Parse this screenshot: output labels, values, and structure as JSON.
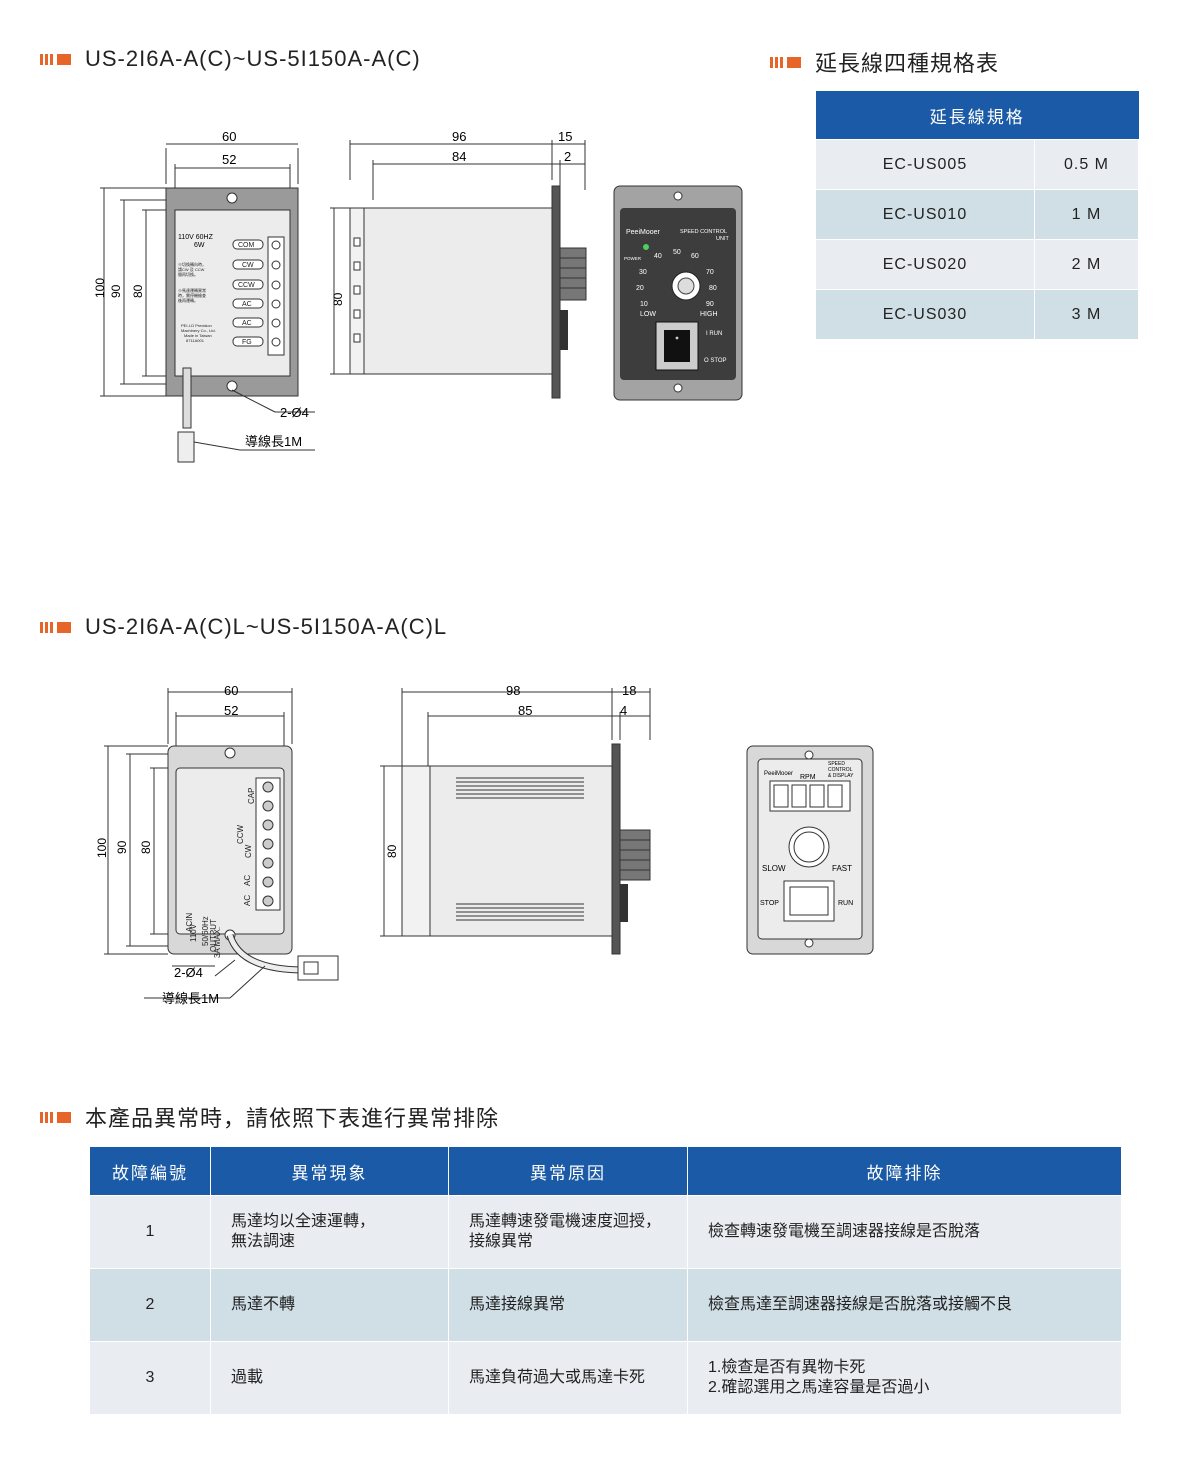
{
  "section1": {
    "title": "US-2I6A-A(C)~US-5I150A-A(C)"
  },
  "section2": {
    "title": "US-2I6A-A(C)L~US-5I150A-A(C)L"
  },
  "section3": {
    "title": "本產品異常時，請依照下表進行異常排除"
  },
  "spec": {
    "title": "延長線四種規格表",
    "header": "延長線規格",
    "rows": [
      {
        "model": "EC-US005",
        "length": "0.5 M"
      },
      {
        "model": "EC-US010",
        "length": "1 M"
      },
      {
        "model": "EC-US020",
        "length": "2 M"
      },
      {
        "model": "EC-US030",
        "length": "3 M"
      }
    ]
  },
  "drawing1": {
    "front": {
      "w_outer": "60",
      "w_inner": "52",
      "h_outer": "100",
      "h_mid": "90",
      "h_inner": "80",
      "hole": "2-Ø4",
      "cable": "導線長1M",
      "spec_line1": "110V 60HZ",
      "spec_line2": "6W",
      "terminals": [
        "COM",
        "CW",
        "CCW",
        "AC",
        "AC",
        "FG"
      ],
      "note1": "※切換轉向時，請CW 及 CCW 間再切換。",
      "note2": "※馬達運轉異常時，需停機檢查後再運轉。",
      "maker": "PEI-I-D Precision Machinery Co., Ltd.",
      "made_in": "Made in Taiwan",
      "code": "8711A001"
    },
    "side": {
      "w_outer": "96",
      "w_inner": "84",
      "w_knob": "15",
      "w_flange": "2",
      "h": "80"
    },
    "panel": {
      "brand": "PeeiMooer",
      "title_line1": "SPEED CONTROL",
      "title_line2": "UNIT",
      "power": "POWER",
      "dial": [
        "10",
        "20",
        "30",
        "40",
        "50",
        "60",
        "70",
        "80",
        "90"
      ],
      "low": "LOW",
      "high": "HIGH",
      "run": "I  RUN",
      "stop": "O STOP"
    }
  },
  "drawing2": {
    "front": {
      "w_outer": "60",
      "w_inner": "52",
      "h_outer": "100",
      "h_mid": "90",
      "h_inner": "80",
      "hole": "2-Ø4",
      "cable": "導線長1M",
      "labels": [
        "CAP",
        "CCW",
        "CW",
        "AC",
        "AC"
      ],
      "acin": "ACIN",
      "v110": "110V",
      "hz": "50/60Hz",
      "output": "OUTPUT",
      "amax": "3A MAX."
    },
    "side": {
      "w_outer": "98",
      "w_inner": "85",
      "w_knob": "18",
      "w_flange": "4",
      "h": "80"
    },
    "panel": {
      "brand": "PeeiMooer",
      "rpm": "RPM",
      "title_line1": "SPEED",
      "title_line2": "CONTROL",
      "title_line3": "& DISPLAY",
      "slow": "SLOW",
      "fast": "FAST",
      "stop": "STOP",
      "run": "RUN"
    }
  },
  "fault": {
    "headers": [
      "故障編號",
      "異常現象",
      "異常原因",
      "故障排除"
    ],
    "rows": [
      {
        "no": "1",
        "symptom": [
          "馬達均以全速運轉，",
          "無法調速"
        ],
        "cause": [
          "馬達轉速發電機速度迴授，",
          "接線異常"
        ],
        "fix": [
          "檢查轉速發電機至調速器接線是否脫落"
        ]
      },
      {
        "no": "2",
        "symptom": [
          "馬達不轉"
        ],
        "cause": [
          "馬達接線異常"
        ],
        "fix": [
          "檢查馬達至調速器接線是否脫落或接觸不良"
        ]
      },
      {
        "no": "3",
        "symptom": [
          "過載"
        ],
        "cause": [
          "馬達負荷過大或馬達卡死"
        ],
        "fix": [
          "1.檢查是否有異物卡死",
          "2.確認選用之馬達容量是否過小"
        ]
      }
    ]
  }
}
